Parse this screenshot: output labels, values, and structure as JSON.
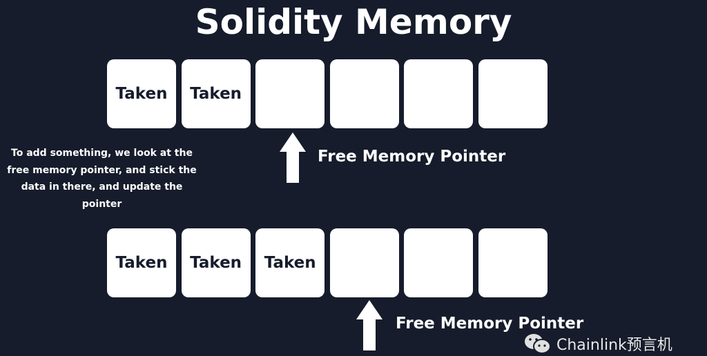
{
  "title": "Solidity Memory",
  "note": "To add something, we look at the free memory pointer, and stick the data in there, and update the pointer",
  "before": {
    "slots": [
      "Taken",
      "Taken",
      "",
      "",
      "",
      ""
    ],
    "pointer_label": "Free Memory Pointer"
  },
  "after": {
    "slots": [
      "Taken",
      "Taken",
      "Taken",
      "",
      "",
      ""
    ],
    "pointer_label": "Free Memory Pointer"
  },
  "watermark": "Chainlink预言机"
}
